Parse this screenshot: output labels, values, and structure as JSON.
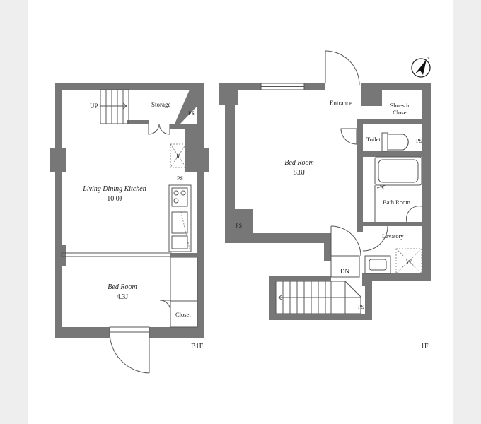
{
  "floor_b1": {
    "label": "B1F",
    "rooms": {
      "ldk": {
        "name": "Living Dining Kitchen",
        "size": "10.0J"
      },
      "bed": {
        "name": "Bed Room",
        "size": "4.3J"
      },
      "storage": "Storage",
      "closet": "Closet",
      "up": "UP",
      "ps_top": "PS",
      "ps_mid": "PS",
      "r_mark": "R"
    }
  },
  "floor_1": {
    "label": "1F",
    "rooms": {
      "bed": {
        "name": "Bed Room",
        "size": "8.8J"
      },
      "entrance": "Entrance",
      "shoes_line1": "Shoes in",
      "shoes_line2": "Closet",
      "toilet": "Toilet",
      "bath": "Bath Room",
      "lavatory": "Lavatory",
      "washer": "W",
      "dn": "DN",
      "ps_toilet": "PS",
      "ps_left": "PS",
      "ps_stair": "PS"
    }
  },
  "compass": {
    "letter": "N",
    "icon": "north-arrow-icon"
  },
  "colors": {
    "wall": "#777777",
    "line": "#555555",
    "background": "#ffffff",
    "frame": "#eeeeee"
  }
}
